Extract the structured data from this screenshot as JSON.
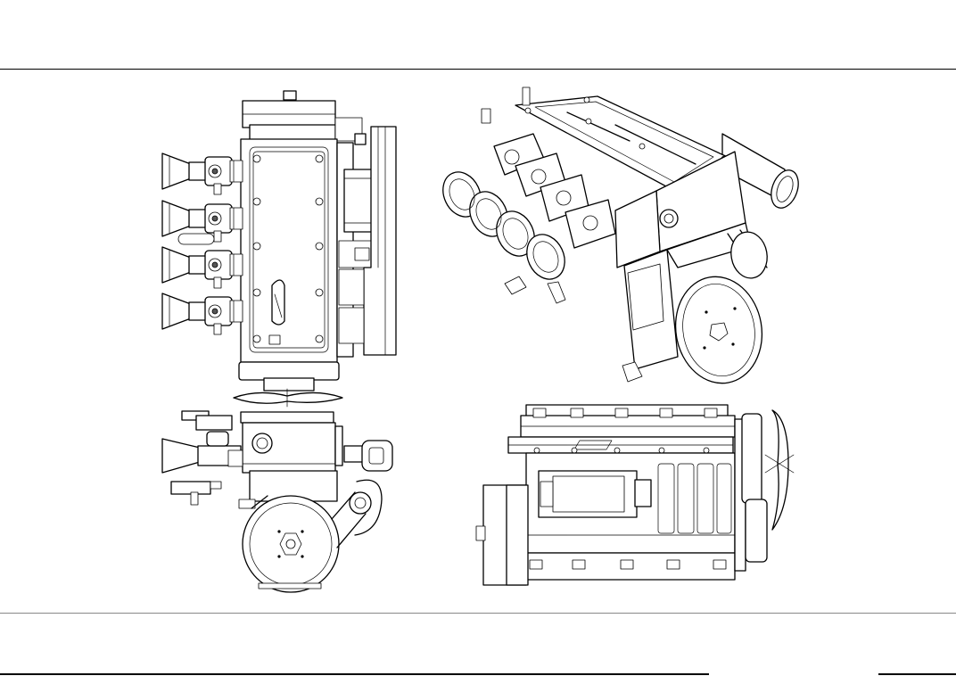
{
  "sheet": {
    "background": "#ffffff",
    "line_color": "#000000"
  },
  "views": [
    {
      "id": "top",
      "label": ""
    },
    {
      "id": "isometric",
      "label": ""
    },
    {
      "id": "front",
      "label": ""
    },
    {
      "id": "side",
      "label": ""
    }
  ],
  "icons": [
    "engine-top-view-icon",
    "engine-isometric-view-icon",
    "engine-front-view-icon",
    "engine-side-view-icon"
  ]
}
